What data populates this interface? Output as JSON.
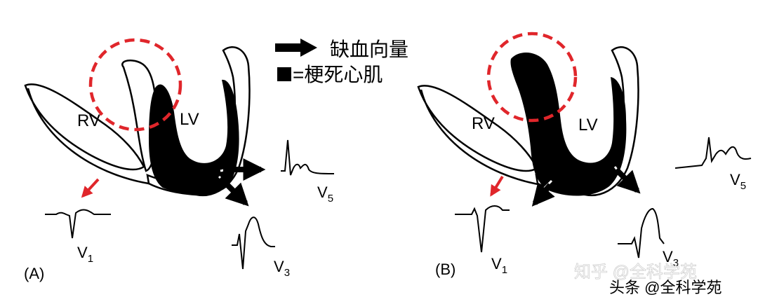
{
  "legend": {
    "arrow_label": "缺血向量",
    "block_label": "=梗死心肌"
  },
  "colors": {
    "circle": "#e0262b",
    "red_arrow": "#e0262b",
    "ink": "#000000"
  },
  "panel_a": {
    "tag": "(A)",
    "rv": "RV",
    "lv": "LV",
    "lead_v1": "V",
    "lead_v1_sub": "1",
    "lead_v3": "V",
    "lead_v3_sub": "3",
    "lead_v5": "V",
    "lead_v5_sub": "5"
  },
  "panel_b": {
    "tag": "(B)",
    "rv": "RV",
    "lv": "LV",
    "lead_v1": "V",
    "lead_v1_sub": "1",
    "lead_v3": "V",
    "lead_v3_sub": "3",
    "lead_v5": "V",
    "lead_v5_sub": "5"
  },
  "watermarks": {
    "zhihu": "知乎 @全科学苑",
    "toutiao": "头条 @全科学苑"
  }
}
